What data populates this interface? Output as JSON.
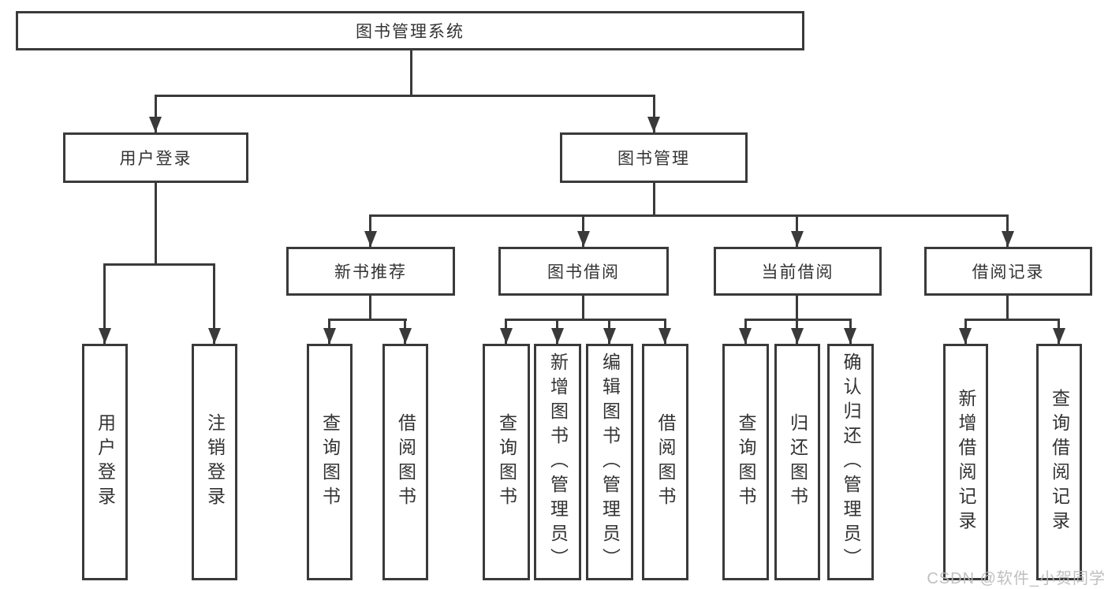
{
  "tree": {
    "label": "图书管理系统",
    "children": [
      {
        "label": "用户登录",
        "children": [
          {
            "label": "用户登录"
          },
          {
            "label": "注销登录"
          }
        ]
      },
      {
        "label": "图书管理",
        "children": [
          {
            "label": "新书推荐",
            "children": [
              {
                "label": "查询图书"
              },
              {
                "label": "借阅图书"
              }
            ]
          },
          {
            "label": "图书借阅",
            "children": [
              {
                "label": "查询图书"
              },
              {
                "label": "新增图书（管理员）"
              },
              {
                "label": "编辑图书（管理员）"
              },
              {
                "label": "借阅图书"
              }
            ]
          },
          {
            "label": "当前借阅",
            "children": [
              {
                "label": "查询图书"
              },
              {
                "label": "归还图书"
              },
              {
                "label": "确认归还（管理员）"
              }
            ]
          },
          {
            "label": "借阅记录",
            "children": [
              {
                "label": "新增借阅记录"
              },
              {
                "label": "查询借阅记录"
              }
            ]
          }
        ]
      }
    ]
  },
  "watermark": {
    "text": "CSDN @软件_小贺同学"
  },
  "colors": {
    "line": "#3a3a3a",
    "text": "#333333",
    "watermark": "#b9b9b9",
    "bg": "#ffffff"
  }
}
